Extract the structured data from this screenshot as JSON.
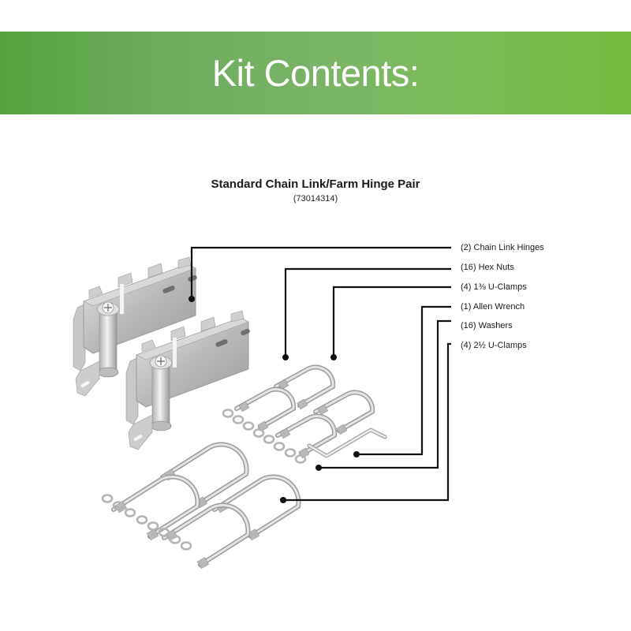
{
  "banner": {
    "title": "Kit Contents:",
    "colors": {
      "left": "#55a33f",
      "mid": "#79b466",
      "right": "#74bb3f",
      "text": "#ffffff"
    }
  },
  "product": {
    "title": "Standard Chain Link/Farm Hinge Pair",
    "sku": "(73014314)"
  },
  "kit_items": [
    {
      "label": "(2) Chain Link Hinges",
      "qty": 2,
      "name": "Chain Link Hinges",
      "icon": "hinge-icon"
    },
    {
      "label": "(16) Hex Nuts",
      "qty": 16,
      "name": "Hex Nuts",
      "icon": "hex-nut-icon"
    },
    {
      "label": "(4) 1⅜ U-Clamps",
      "qty": 4,
      "name": "1⅜ U-Clamps",
      "icon": "u-clamp-small-icon"
    },
    {
      "label": "(1) Allen Wrench",
      "qty": 1,
      "name": "Allen Wrench",
      "icon": "allen-wrench-icon"
    },
    {
      "label": "(16) Washers",
      "qty": 16,
      "name": "Washers",
      "icon": "washer-icon"
    },
    {
      "label": "(4) 2½ U-Clamps",
      "qty": 4,
      "name": "2½ U-Clamps",
      "icon": "u-clamp-large-icon"
    }
  ],
  "leader_color": "#111111"
}
